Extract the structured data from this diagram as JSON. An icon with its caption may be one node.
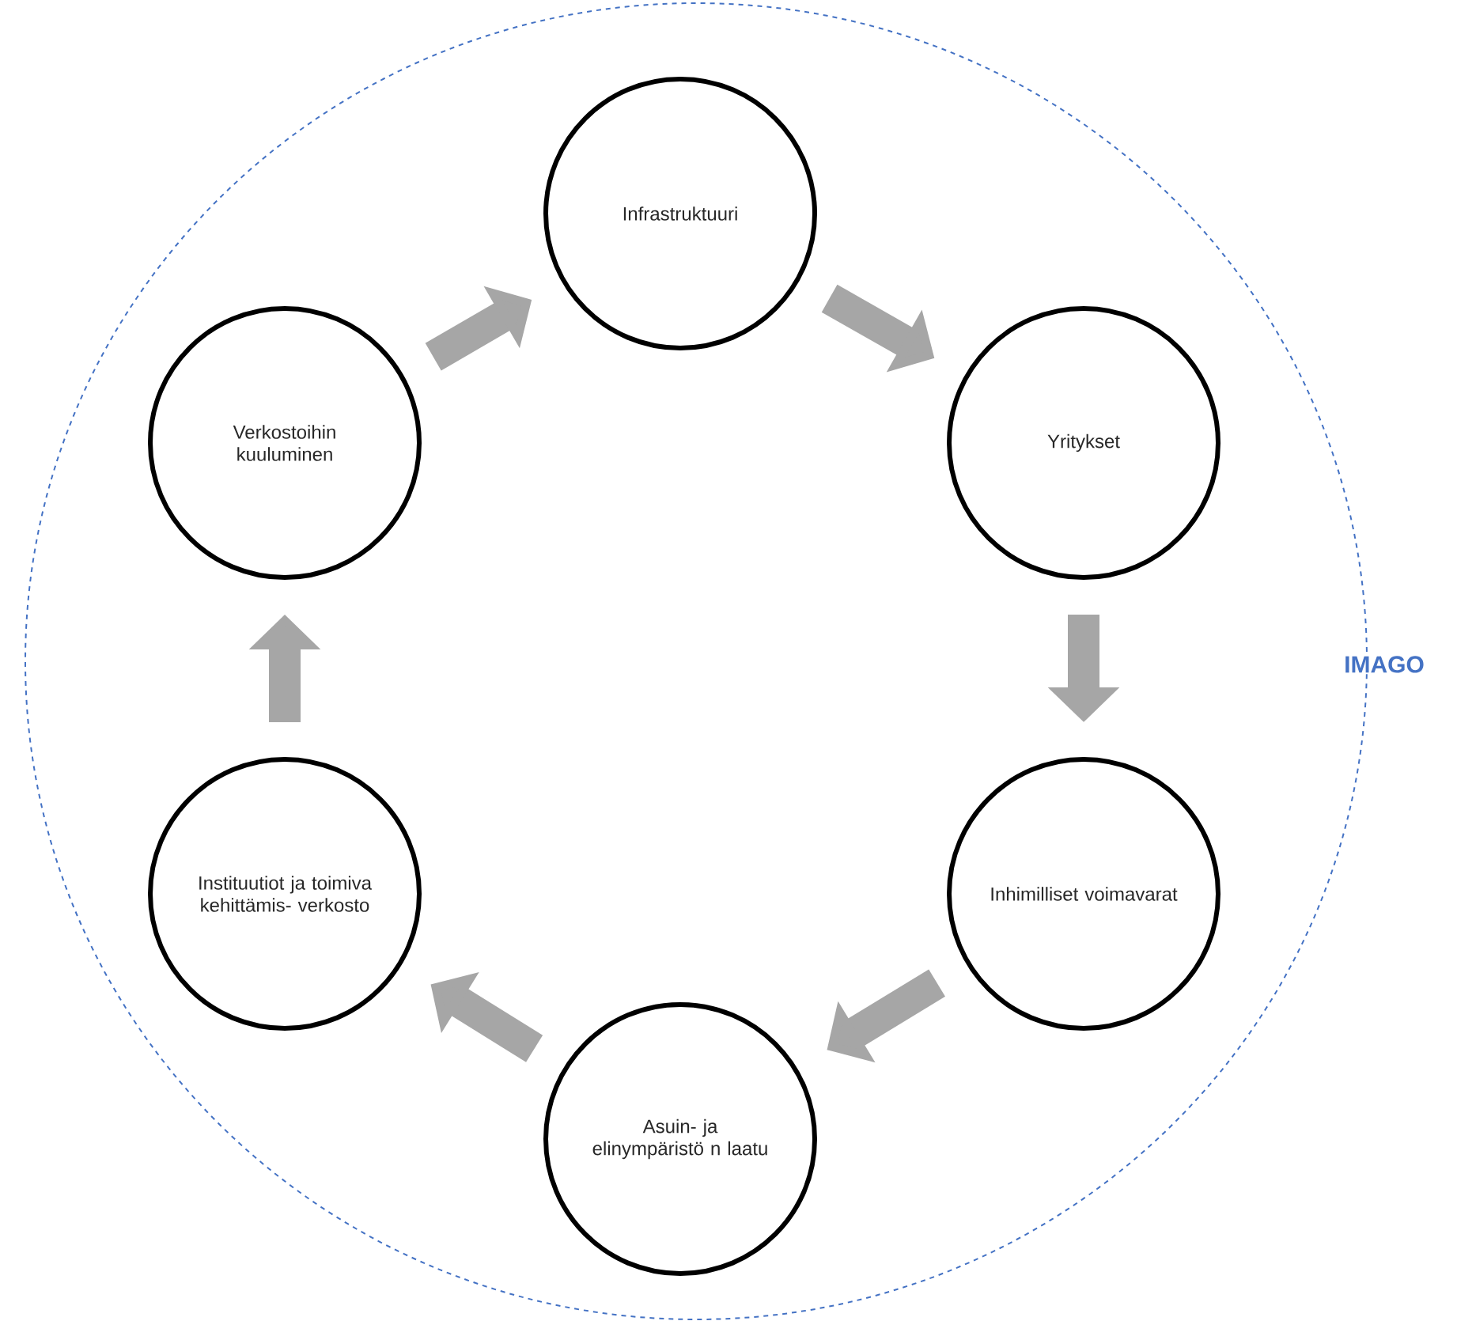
{
  "diagram": {
    "nodes": [
      {
        "text": [
          "Infrastruktuuri"
        ]
      },
      {
        "text": [
          "Yritykset"
        ]
      },
      {
        "text": [
          "Inhimilliset voimavarat"
        ]
      },
      {
        "text": [
          "Asuin- ja elinympäristö n laatu"
        ]
      },
      {
        "text": [
          "Instituutiot ja toimiva kehittämis- verkosto"
        ]
      },
      {
        "text": [
          "Verkostoihin kuuluminen"
        ]
      }
    ],
    "edges": [
      {
        "from": 0,
        "to": 1,
        "arrow": "to"
      },
      {
        "from": 1,
        "to": 2,
        "arrow": "to"
      },
      {
        "from": 2,
        "to": 3,
        "arrow": "to"
      },
      {
        "from": 3,
        "to": 4,
        "arrow": "to"
      },
      {
        "from": 4,
        "to": 5,
        "arrow": "to"
      },
      {
        "from": 5,
        "to": 0,
        "arrow": "to"
      }
    ],
    "labels": [
      "IMAGO"
    ]
  }
}
